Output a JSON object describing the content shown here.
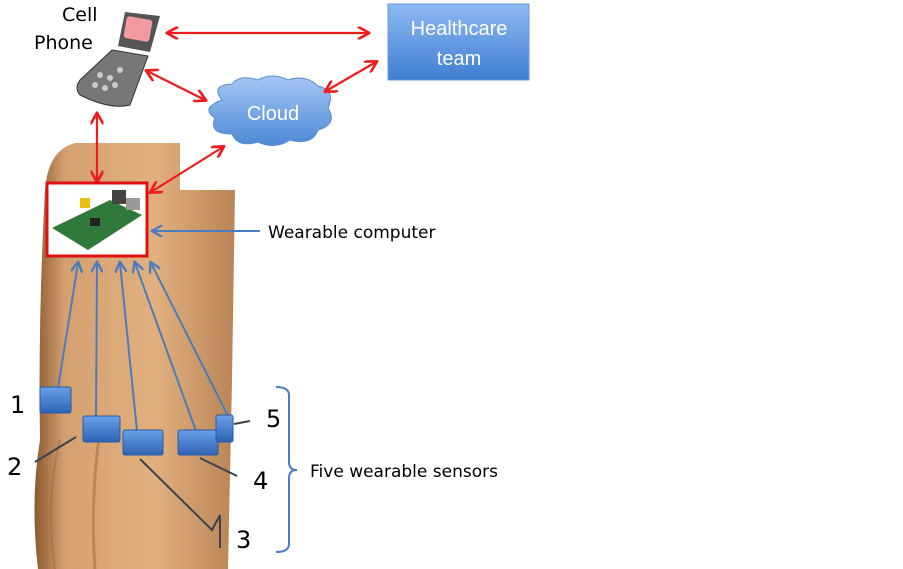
{
  "labels": {
    "cell_phone_line1": "Cell",
    "cell_phone_line2": "Phone",
    "healthcare_line1": "Healthcare",
    "healthcare_line2": "team",
    "cloud": "Cloud",
    "wearable_computer": "Wearable computer",
    "sensors_group": "Five wearable sensors"
  },
  "sensors": [
    "1",
    "2",
    "3",
    "4",
    "5"
  ],
  "colors": {
    "link_arrow": "#ee1c1c",
    "sensor_arrow": "#4a7cc0",
    "box_top": "#8db8f2",
    "box_bottom": "#3f7fd0",
    "skin": "#d9a676",
    "computer_frame": "#e01010"
  }
}
